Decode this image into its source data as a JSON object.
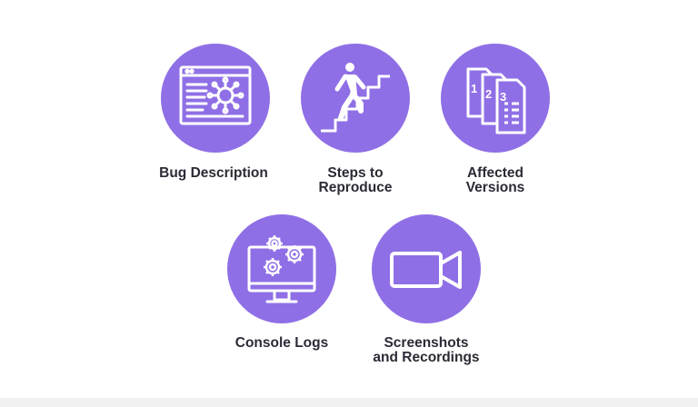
{
  "theme": {
    "circle_color": "#8f6fe6",
    "icon_color": "#ffffff",
    "text_color": "#2b2b36"
  },
  "items": [
    {
      "label": "Bug Description",
      "icon": "browser-bug-icon"
    },
    {
      "label": "Steps to\nReproduce",
      "icon": "person-stairs-icon"
    },
    {
      "label": "Affected\nVersions",
      "icon": "numbered-documents-icon",
      "doc_numbers": [
        "1",
        "2",
        "3"
      ]
    },
    {
      "label": "Console Logs",
      "icon": "monitor-gears-icon"
    },
    {
      "label": "Screenshots\nand Recordings",
      "icon": "video-camera-icon"
    }
  ]
}
